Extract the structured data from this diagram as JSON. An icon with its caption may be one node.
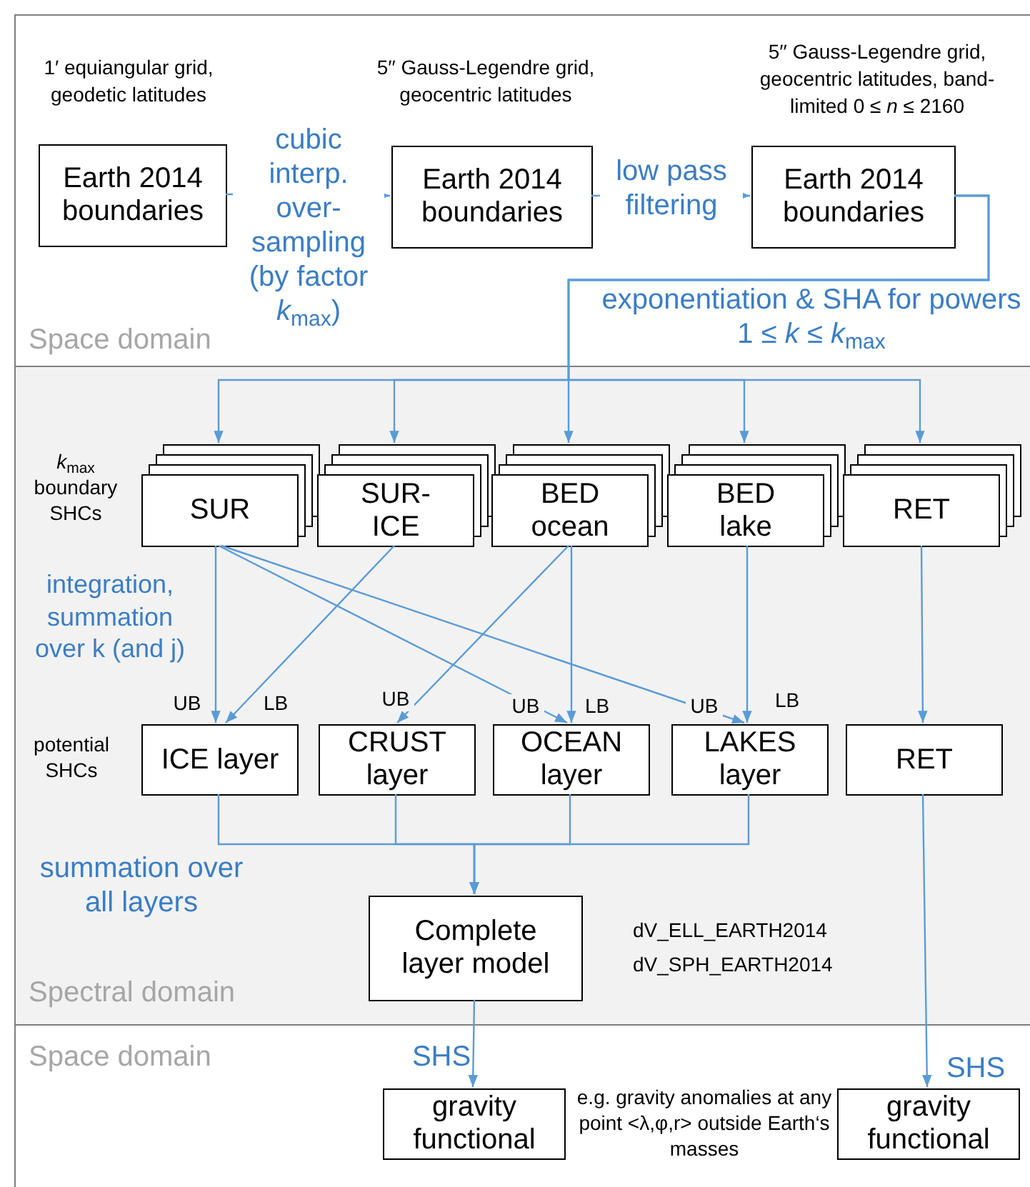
{
  "diagram": {
    "nodes": [
      {
        "text": [
          "Space domain"
        ]
      },
      {
        "text": [
          "Spectral domain"
        ]
      },
      {
        "text": [
          "Space domain"
        ]
      },
      {
        "text": [
          "Earth 2014 boundaries"
        ],
        "in": 0,
        "beside": [
          "1′ equiangular grid, geodetic latitudes"
        ]
      },
      {
        "text": [
          "Earth 2014 boundaries"
        ],
        "in": 0,
        "beside": [
          "5′′ Gauss-Legendre grid, geocentric latitudes"
        ]
      },
      {
        "text": [
          "Earth 2014 boundaries"
        ],
        "in": 0,
        "beside": [
          "5′′ Gauss-Legendre grid, geocentric latitudes, band-limited 0 ≤ *n* ≤ 2160"
        ]
      },
      {
        "text": [
          "SUR"
        ],
        "in": 1
      },
      {
        "text": [
          "SUR-ICE"
        ],
        "in": 1
      },
      {
        "text": [
          "BED ocean"
        ],
        "in": 1
      },
      {
        "text": [
          "BED lake"
        ],
        "in": 1
      },
      {
        "text": [
          "RET"
        ],
        "in": 1
      },
      {
        "text": [
          "ICE layer"
        ],
        "in": 1
      },
      {
        "text": [
          "CRUST layer"
        ],
        "in": 1
      },
      {
        "text": [
          "OCEAN layer"
        ],
        "in": 1
      },
      {
        "text": [
          "LAKES layer"
        ],
        "in": 1
      },
      {
        "text": [
          "RET"
        ],
        "in": 1
      },
      {
        "text": [
          "Complete layer model"
        ],
        "in": 1
      },
      {
        "text": [
          "gravity functional"
        ],
        "in": 2
      },
      {
        "text": [
          "gravity functional"
        ],
        "in": 2
      }
    ],
    "edges": [
      {
        "from": 3,
        "to": 4,
        "arrow": "to",
        "label": "cubic interp. over-sampling (by factor *k*$_{max}$)"
      },
      {
        "from": 4,
        "to": 5,
        "arrow": "to",
        "label": "low pass filtering"
      },
      {
        "from": 5,
        "to": 6,
        "arrow": "to"
      },
      {
        "from": 5,
        "to": 7,
        "arrow": "to"
      },
      {
        "from": 5,
        "to": 8,
        "arrow": "to"
      },
      {
        "from": 5,
        "to": 9,
        "arrow": "to"
      },
      {
        "from": 5,
        "to": 10,
        "arrow": "to"
      },
      {
        "from": 6,
        "to": 11,
        "arrow": "to",
        "label": "UB"
      },
      {
        "from": 7,
        "to": 11,
        "arrow": "to",
        "label": "LB"
      },
      {
        "from": 8,
        "to": 12,
        "arrow": "to",
        "label": "UB"
      },
      {
        "from": 6,
        "to": 13,
        "arrow": "to",
        "label": "UB"
      },
      {
        "from": 8,
        "to": 13,
        "arrow": "to",
        "label": "LB"
      },
      {
        "from": 6,
        "to": 14,
        "arrow": "to",
        "label": "UB"
      },
      {
        "from": 9,
        "to": 14,
        "arrow": "to",
        "label": "LB"
      },
      {
        "from": 10,
        "to": 15,
        "arrow": "to"
      },
      {
        "from": 11,
        "to": 16,
        "arrow": "to"
      },
      {
        "from": 12,
        "to": 16,
        "arrow": "to"
      },
      {
        "from": 13,
        "to": 16,
        "arrow": "to"
      },
      {
        "from": 14,
        "to": 16,
        "arrow": "to"
      },
      {
        "from": 16,
        "to": 17,
        "arrow": "to",
        "label": "SHS"
      },
      {
        "from": 15,
        "to": 18,
        "arrow": "to",
        "label": "SHS"
      }
    ],
    "labels": [
      "exponentiation & SHA for powers 1 ≤ *k* ≤ *k*$_{max}$",
      "*k*$_{max}$ boundary SHCs",
      "integration, summation over k (and j)",
      "potential SHCs",
      "summation over all layers",
      "dV_ELL_EARTH2014",
      "dV_SPH_EARTH2014",
      "e.g. gravity anomalies at any point <λ,φ,r> outside Earth‘s masses"
    ]
  }
}
